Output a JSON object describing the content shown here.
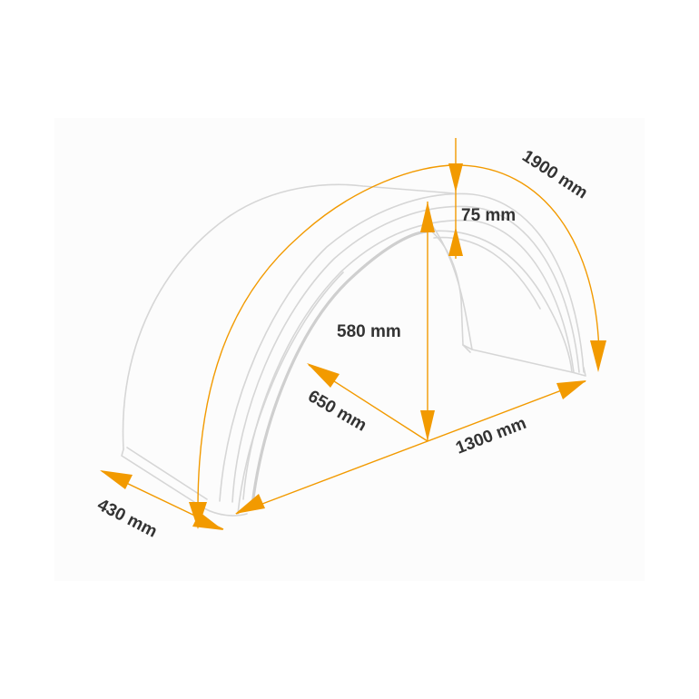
{
  "dimensions": {
    "arc_length": "1900 mm",
    "thickness": "75 mm",
    "height": "580 mm",
    "radius": "650 mm",
    "length": "1300 mm",
    "width": "430 mm"
  },
  "colors": {
    "accent": "#f29a00",
    "outline": "#d6d6d6",
    "text": "#333333",
    "background": "#ffffff"
  }
}
